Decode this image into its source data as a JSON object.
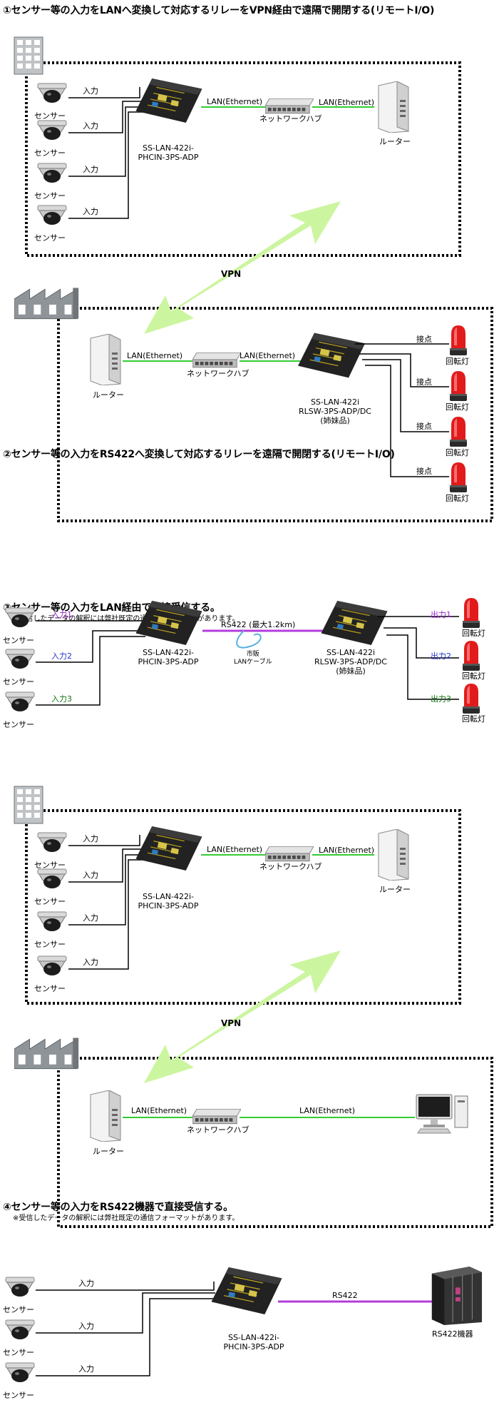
{
  "sections": [
    {
      "title": "①センサー等の入力をLANへ変換して対応するリレーをVPN経由で遠隔で開閉する(リモートI/O)"
    },
    {
      "title": "②センサー等の入力をRS422へ変換して対応するリレーを遠隔で開閉する(リモートI/O)"
    },
    {
      "title": "③センサー等の入力をLAN経由で直接受信する。",
      "note": "※受信したデータの解釈には弊社既定の通信フォーマットがあります。"
    },
    {
      "title": "④センサー等の入力をRS422機器で直接受信する。",
      "note": "※受信したデータの解釈には弊社既定の通信フォーマットがあります。"
    }
  ],
  "labels": {
    "sensor": "センサー",
    "input": "入力",
    "input1": "入力1",
    "input2": "入力2",
    "input3": "入力3",
    "output1": "出力1",
    "output2": "出力2",
    "output3": "出力3",
    "contact": "接点",
    "lamp": "回転灯",
    "lan": "LAN(Ethernet)",
    "hub": "ネットワークハブ",
    "router": "ルーター",
    "vpn": "VPN",
    "device_a": "SS-LAN-422i-\nPHCIN-3PS-ADP",
    "device_b": "SS-LAN-422i\nRLSW-3PS-ADP/DC\n(姉妹品)",
    "rs422_link": "RS422 (最大1.2km)",
    "cable": "市販\nLANケーブル",
    "rs422": "RS422",
    "rs422_device": "RS422機器"
  },
  "colors": {
    "lan_line": "#33cc33",
    "rs422_line": "#b43cdc",
    "vpn_arrow": "#ccf5a0",
    "lamp_red": "#e11b1b"
  }
}
